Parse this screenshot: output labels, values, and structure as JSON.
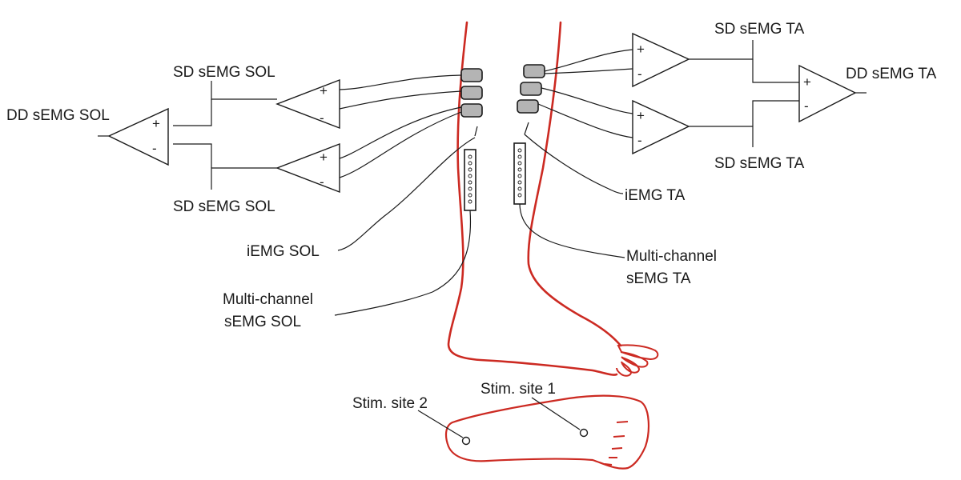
{
  "colors": {
    "anatomy": "#cc2a22",
    "electrode_fill": "#b4b4b4",
    "line": "#1a1a1a",
    "background": "#ffffff"
  },
  "labels": {
    "dd_semg_sol": "DD sEMG SOL",
    "sd_semg_sol_top": "SD sEMG SOL",
    "sd_semg_sol_bottom": "SD sEMG SOL",
    "iemg_sol": "iEMG SOL",
    "multichannel_sol_line1": "Multi-channel",
    "multichannel_sol_line2": "sEMG SOL",
    "sd_semg_ta_top": "SD sEMG TA",
    "dd_semg_ta": "DD sEMG TA",
    "sd_semg_ta_bottom": "SD sEMG TA",
    "iemg_ta": "iEMG TA",
    "multichannel_ta_line1": "Multi-channel",
    "multichannel_ta_line2": "sEMG TA",
    "stim_site_1": "Stim. site 1",
    "stim_site_2": "Stim. site 2"
  },
  "amplifier_signs": {
    "plus": "+",
    "minus": "-"
  }
}
